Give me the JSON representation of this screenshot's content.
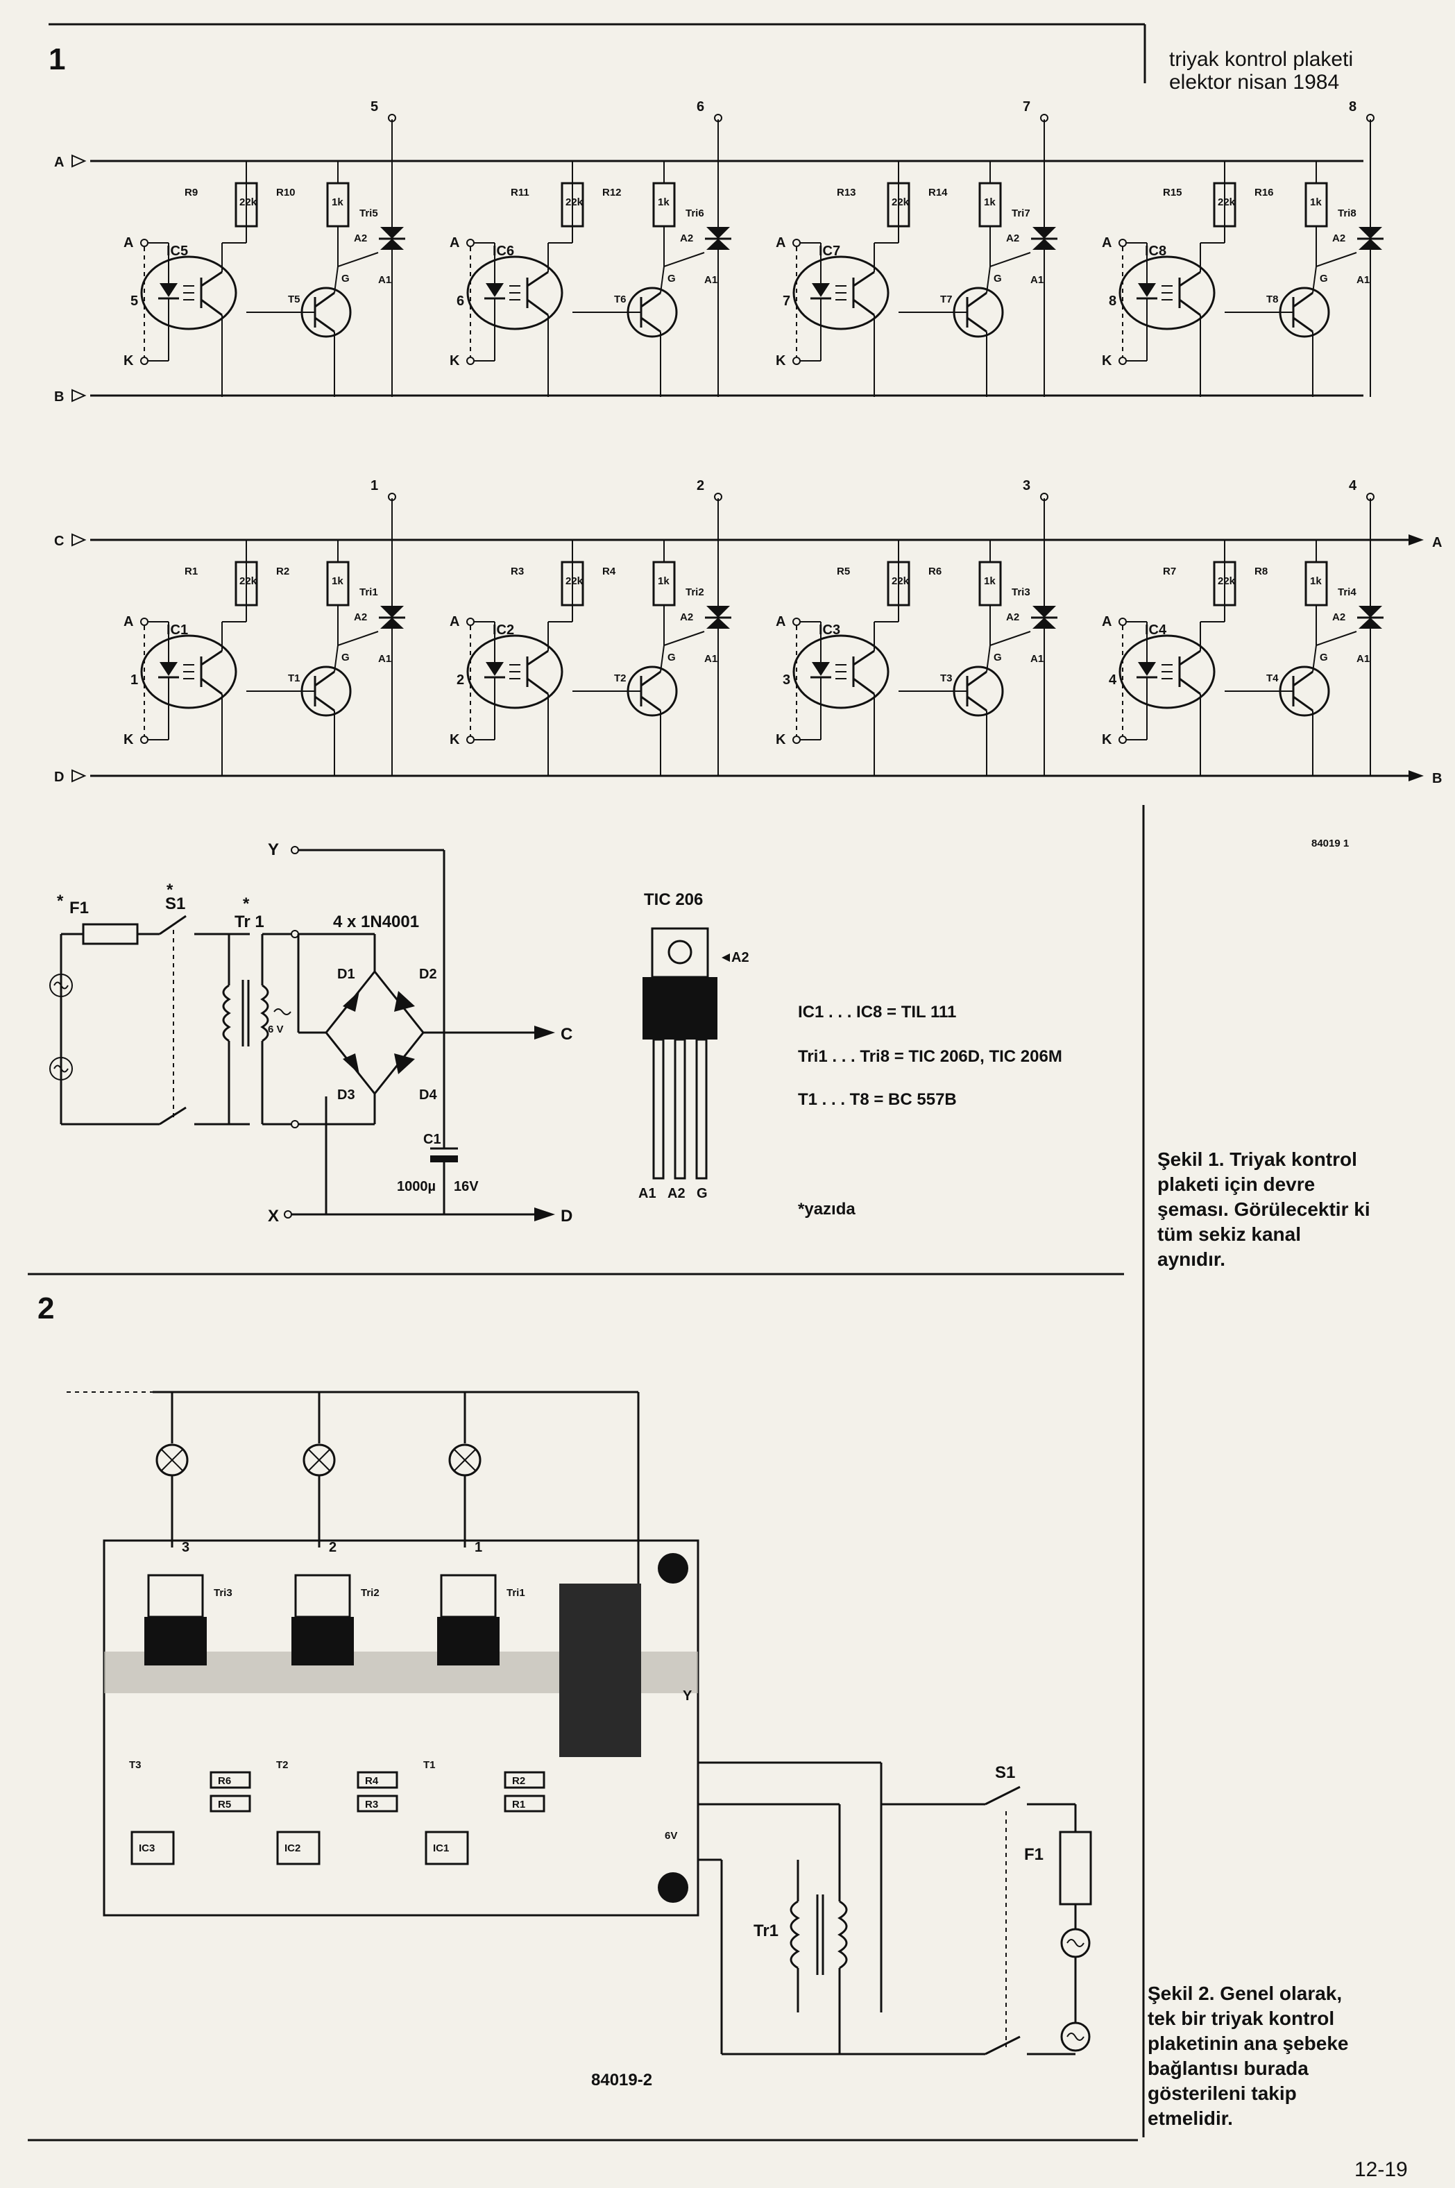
{
  "fig1": {
    "number": "1",
    "header_line1": "triyak kontrol plaketi",
    "header_line2": "elektor nisan 1984",
    "bus_A": "A",
    "bus_B": "B",
    "bus_C": "C",
    "bus_D": "D",
    "pin_A": "A",
    "pin_K": "K",
    "pin_G": "G",
    "pin_A1": "A1",
    "pin_A2": "A2",
    "channels": [
      {
        "opto": "IC5",
        "r_base": "R9",
        "r_base_val": "22k",
        "r_col": "R10",
        "r_col_val": "1k",
        "tr": "T5",
        "triac": "Tri5",
        "out": "5",
        "input": "5"
      },
      {
        "opto": "IC6",
        "r_base": "R11",
        "r_base_val": "22k",
        "r_col": "R12",
        "r_col_val": "1k",
        "tr": "T6",
        "triac": "Tri6",
        "out": "6",
        "input": "6"
      },
      {
        "opto": "IC7",
        "r_base": "R13",
        "r_base_val": "22k",
        "r_col": "R14",
        "r_col_val": "1k",
        "tr": "T7",
        "triac": "Tri7",
        "out": "7",
        "input": "7"
      },
      {
        "opto": "IC8",
        "r_base": "R15",
        "r_base_val": "22k",
        "r_col": "R16",
        "r_col_val": "1k",
        "tr": "T8",
        "triac": "Tri8",
        "out": "8",
        "input": "8"
      },
      {
        "opto": "IC1",
        "r_base": "R1",
        "r_base_val": "22k",
        "r_col": "R2",
        "r_col_val": "1k",
        "tr": "T1",
        "triac": "Tri1",
        "out": "1",
        "input": "1"
      },
      {
        "opto": "IC2",
        "r_base": "R3",
        "r_base_val": "22k",
        "r_col": "R4",
        "r_col_val": "1k",
        "tr": "T2",
        "triac": "Tri2",
        "out": "2",
        "input": "2"
      },
      {
        "opto": "IC3",
        "r_base": "R5",
        "r_base_val": "22k",
        "r_col": "R6",
        "r_col_val": "1k",
        "tr": "T3",
        "triac": "Tri3",
        "out": "3",
        "input": "3"
      },
      {
        "opto": "IC4",
        "r_base": "R7",
        "r_base_val": "22k",
        "r_col": "R8",
        "r_col_val": "1k",
        "tr": "T4",
        "triac": "Tri4",
        "out": "4",
        "input": "4"
      }
    ],
    "psu": {
      "fuse": "F1",
      "switch": "S1",
      "transformer": "Tr 1",
      "secondary": "6 V",
      "bridge": "4 x 1N4001",
      "d1": "D1",
      "d2": "D2",
      "d3": "D3",
      "d4": "D4",
      "cap": "C1",
      "cap_val1": "1000µ",
      "cap_val2": "16V",
      "node_y": "Y",
      "node_x": "X",
      "out_c": "C",
      "out_d": "D",
      "star": "*"
    },
    "package_title": "TIC 206",
    "package_pins": [
      "A1",
      "A2",
      "G"
    ],
    "package_tab": "A2",
    "parts_list": [
      "IC1 . . . IC8 = TIL 111",
      "Tri1 . . . Tri8 = TIC 206D, TIC 206M",
      "T1 . . . T8 = BC 557B"
    ],
    "footnote": "*yazıda",
    "code": "84019  1",
    "caption": [
      "Şekil 1. Triyak kontrol",
      "plaketi için devre",
      "şeması. Görülecektir ki",
      "tüm sekiz kanal",
      "aynıdır."
    ]
  },
  "fig2": {
    "number": "2",
    "lamp_labels": [
      "3",
      "2",
      "1"
    ],
    "triac_labels": [
      "Tri3",
      "Tri2",
      "Tri1"
    ],
    "transistor_labels": [
      "T3",
      "T2",
      "T1"
    ],
    "resistor_labels": [
      "R6",
      "R5",
      "R4",
      "R3",
      "R2",
      "R1"
    ],
    "ic_labels": [
      "IC3",
      "IC2",
      "IC1"
    ],
    "tr": "Tr1",
    "switch": "S1",
    "fuse": "F1",
    "node_y": "Y",
    "node_6v": "6V",
    "code": "84019-2",
    "caption": [
      "Şekil 2. Genel olarak,",
      "tek bir triyak kontrol",
      "plaketinin ana şebeke",
      "bağlantısı burada",
      "gösterileni takip",
      "etmelidir."
    ]
  },
  "page_number": "12-19"
}
